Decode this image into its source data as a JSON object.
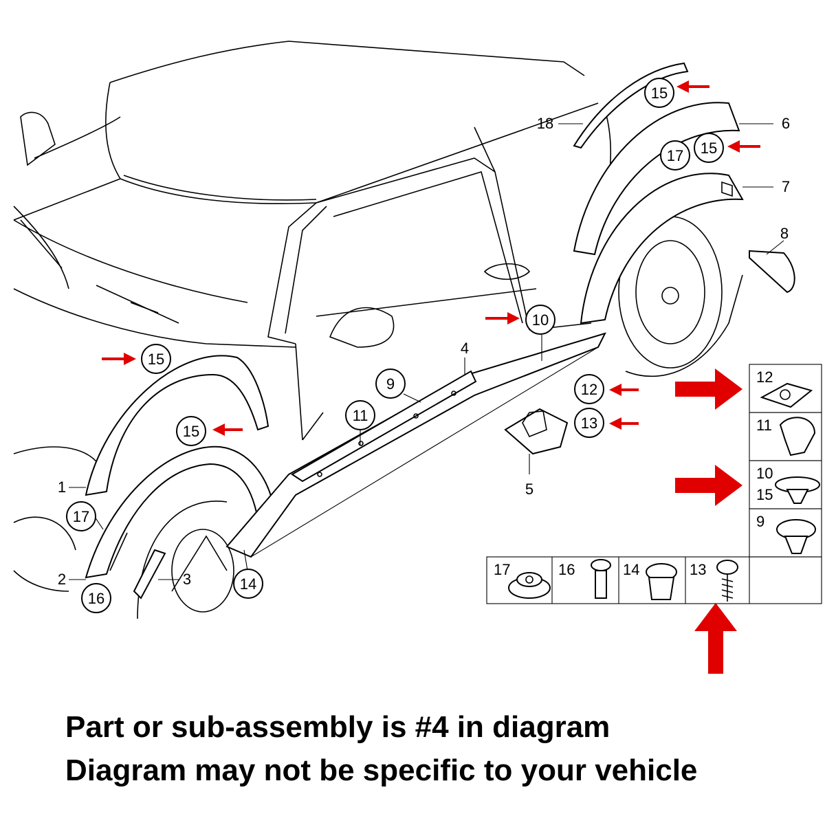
{
  "caption": {
    "line1": "Part or sub-assembly is #4 in diagram",
    "line2": "Diagram may not be specific to your vehicle"
  },
  "colors": {
    "highlight_arrow": "#e00000",
    "line": "#000000",
    "background": "#ffffff"
  },
  "callouts": {
    "c15_top": "15",
    "c15_mid": "15",
    "c17_rear": "17",
    "c10": "10",
    "c12": "12",
    "c13": "13",
    "c11": "11",
    "c9": "9",
    "c15_front_top": "15",
    "c15_front_mid": "15",
    "c17_front": "17",
    "c16": "16",
    "c14": "14"
  },
  "leaders": {
    "l18": "18",
    "l6": "6",
    "l7": "7",
    "l8": "8",
    "l4": "4",
    "l5": "5",
    "l1": "1",
    "l2": "2",
    "l3": "3"
  },
  "fastener_table": {
    "col_items": [
      "12",
      "11",
      "10",
      "15",
      "9"
    ],
    "row_items": [
      "17",
      "16",
      "14",
      "13"
    ]
  }
}
